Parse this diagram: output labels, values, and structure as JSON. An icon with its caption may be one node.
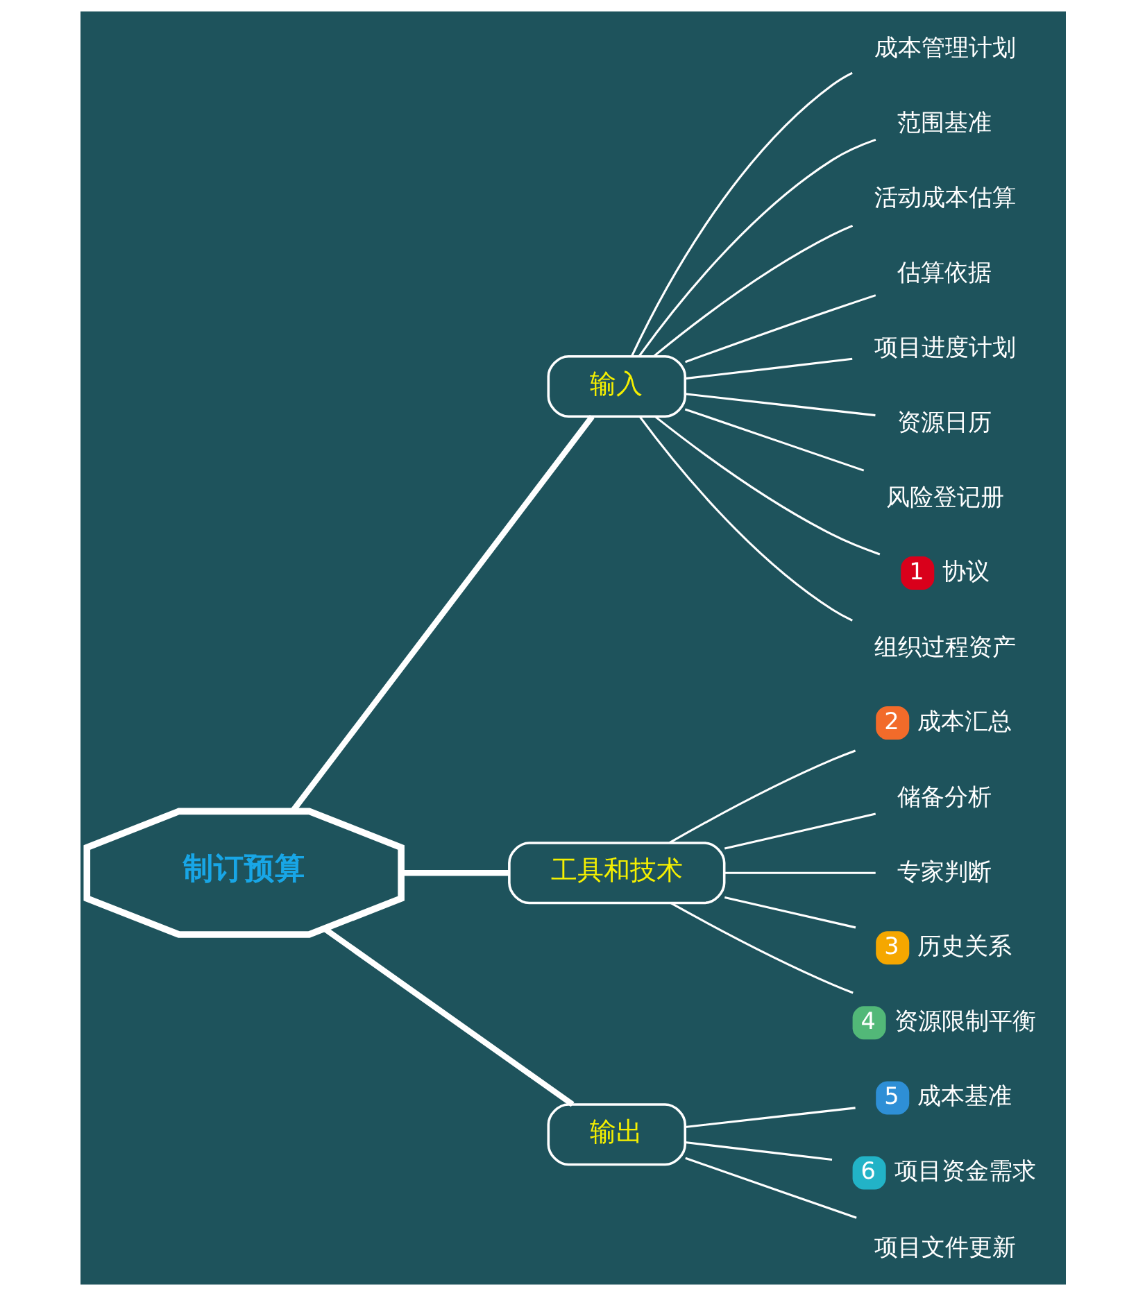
{
  "diagram": {
    "nodes": [
      {
        "text": [
          "制订预算"
        ]
      },
      {
        "text": [
          "输入"
        ]
      },
      {
        "text": [
          "成本管理计划"
        ]
      },
      {
        "text": [
          "范围基准"
        ]
      },
      {
        "text": [
          "活动成本估算"
        ]
      },
      {
        "text": [
          "估算依据"
        ]
      },
      {
        "text": [
          "项目进度计划"
        ]
      },
      {
        "text": [
          "资源日历"
        ]
      },
      {
        "text": [
          "风险登记册"
        ]
      },
      {
        "text": [
          "1",
          "协议"
        ]
      },
      {
        "text": [
          "组织过程资产"
        ]
      },
      {
        "text": [
          "工具和技术"
        ]
      },
      {
        "text": [
          "2",
          "成本汇总"
        ]
      },
      {
        "text": [
          "储备分析"
        ]
      },
      {
        "text": [
          "专家判断"
        ]
      },
      {
        "text": [
          "3",
          "历史关系"
        ]
      },
      {
        "text": [
          "4",
          "资源限制平衡"
        ]
      },
      {
        "text": [
          "输出"
        ]
      },
      {
        "text": [
          "5",
          "成本基准"
        ]
      },
      {
        "text": [
          "6",
          "项目资金需求"
        ]
      },
      {
        "text": [
          "项目文件更新"
        ]
      }
    ],
    "edges": [
      {
        "from": 0,
        "to": 1,
        "arrow": "none",
        "style": "thick"
      },
      {
        "from": 1,
        "to": 2,
        "arrow": "none"
      },
      {
        "from": 1,
        "to": 3,
        "arrow": "none"
      },
      {
        "from": 1,
        "to": 4,
        "arrow": "none"
      },
      {
        "from": 1,
        "to": 5,
        "arrow": "none"
      },
      {
        "from": 1,
        "to": 6,
        "arrow": "none"
      },
      {
        "from": 1,
        "to": 7,
        "arrow": "none"
      },
      {
        "from": 1,
        "to": 8,
        "arrow": "none"
      },
      {
        "from": 1,
        "to": 9,
        "arrow": "none"
      },
      {
        "from": 1,
        "to": 10,
        "arrow": "none"
      },
      {
        "from": 0,
        "to": 11,
        "arrow": "none",
        "style": "thick"
      },
      {
        "from": 11,
        "to": 12,
        "arrow": "none"
      },
      {
        "from": 11,
        "to": 13,
        "arrow": "none"
      },
      {
        "from": 11,
        "to": 14,
        "arrow": "none"
      },
      {
        "from": 11,
        "to": 15,
        "arrow": "none"
      },
      {
        "from": 11,
        "to": 16,
        "arrow": "none"
      },
      {
        "from": 0,
        "to": 17,
        "arrow": "none",
        "style": "thick"
      },
      {
        "from": 17,
        "to": 18,
        "arrow": "none"
      },
      {
        "from": 17,
        "to": 19,
        "arrow": "none"
      },
      {
        "from": 17,
        "to": 20,
        "arrow": "none"
      }
    ]
  }
}
